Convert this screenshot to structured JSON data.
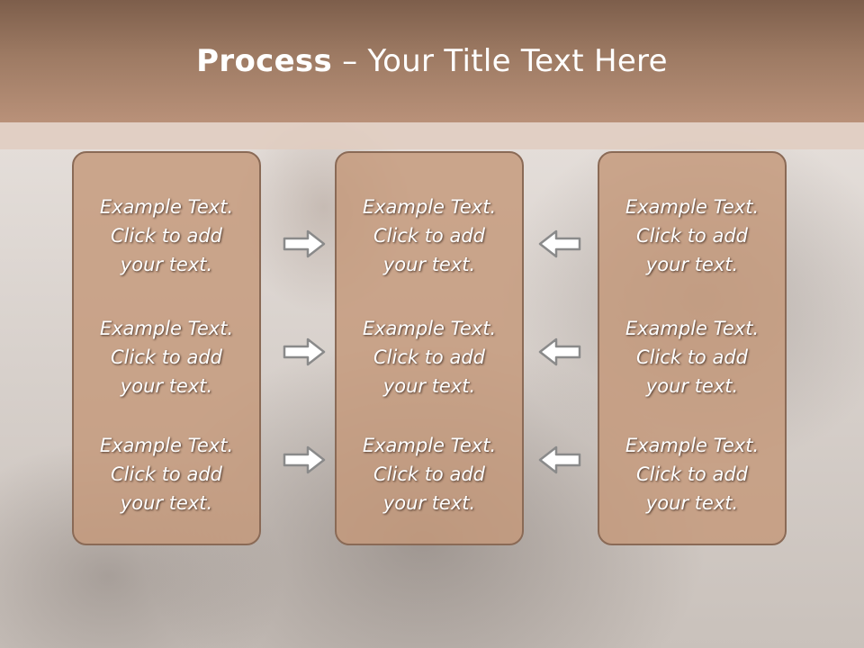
{
  "slide": {
    "title_bold": "Process",
    "title_rest": " – Your Title Text Here"
  },
  "columns": [
    {
      "items": [
        {
          "line1": "Example Text.",
          "line2": "Click  to add",
          "line3": "your text."
        },
        {
          "line1": "Example Text.",
          "line2": "Click  to add",
          "line3": "your text."
        },
        {
          "line1": "Example Text.",
          "line2": "Click  to add",
          "line3": "your text."
        }
      ]
    },
    {
      "items": [
        {
          "line1": "Example Text.",
          "line2": "Click  to add",
          "line3": "your text."
        },
        {
          "line1": "Example Text.",
          "line2": "Click  to add",
          "line3": "your text."
        },
        {
          "line1": "Example Text.",
          "line2": "Click  to add",
          "line3": "your text."
        }
      ]
    },
    {
      "items": [
        {
          "line1": "Example Text.",
          "line2": "Click  to add",
          "line3": "your text."
        },
        {
          "line1": "Example Text.",
          "line2": "Click  to add",
          "line3": "your text."
        },
        {
          "line1": "Example Text.",
          "line2": "Click  to add",
          "line3": "your text."
        }
      ]
    }
  ],
  "arrows": {
    "left_group": [
      "arrow-right-icon",
      "arrow-right-icon",
      "arrow-right-icon"
    ],
    "right_group": [
      "arrow-left-icon",
      "arrow-left-icon",
      "arrow-left-icon"
    ]
  },
  "colors": {
    "header": "#9d7a63",
    "box_fill": "#c4987a",
    "box_border": "#8a6a56",
    "arrow_fill": "#ffffff",
    "arrow_stroke": "#8a8a8a"
  }
}
